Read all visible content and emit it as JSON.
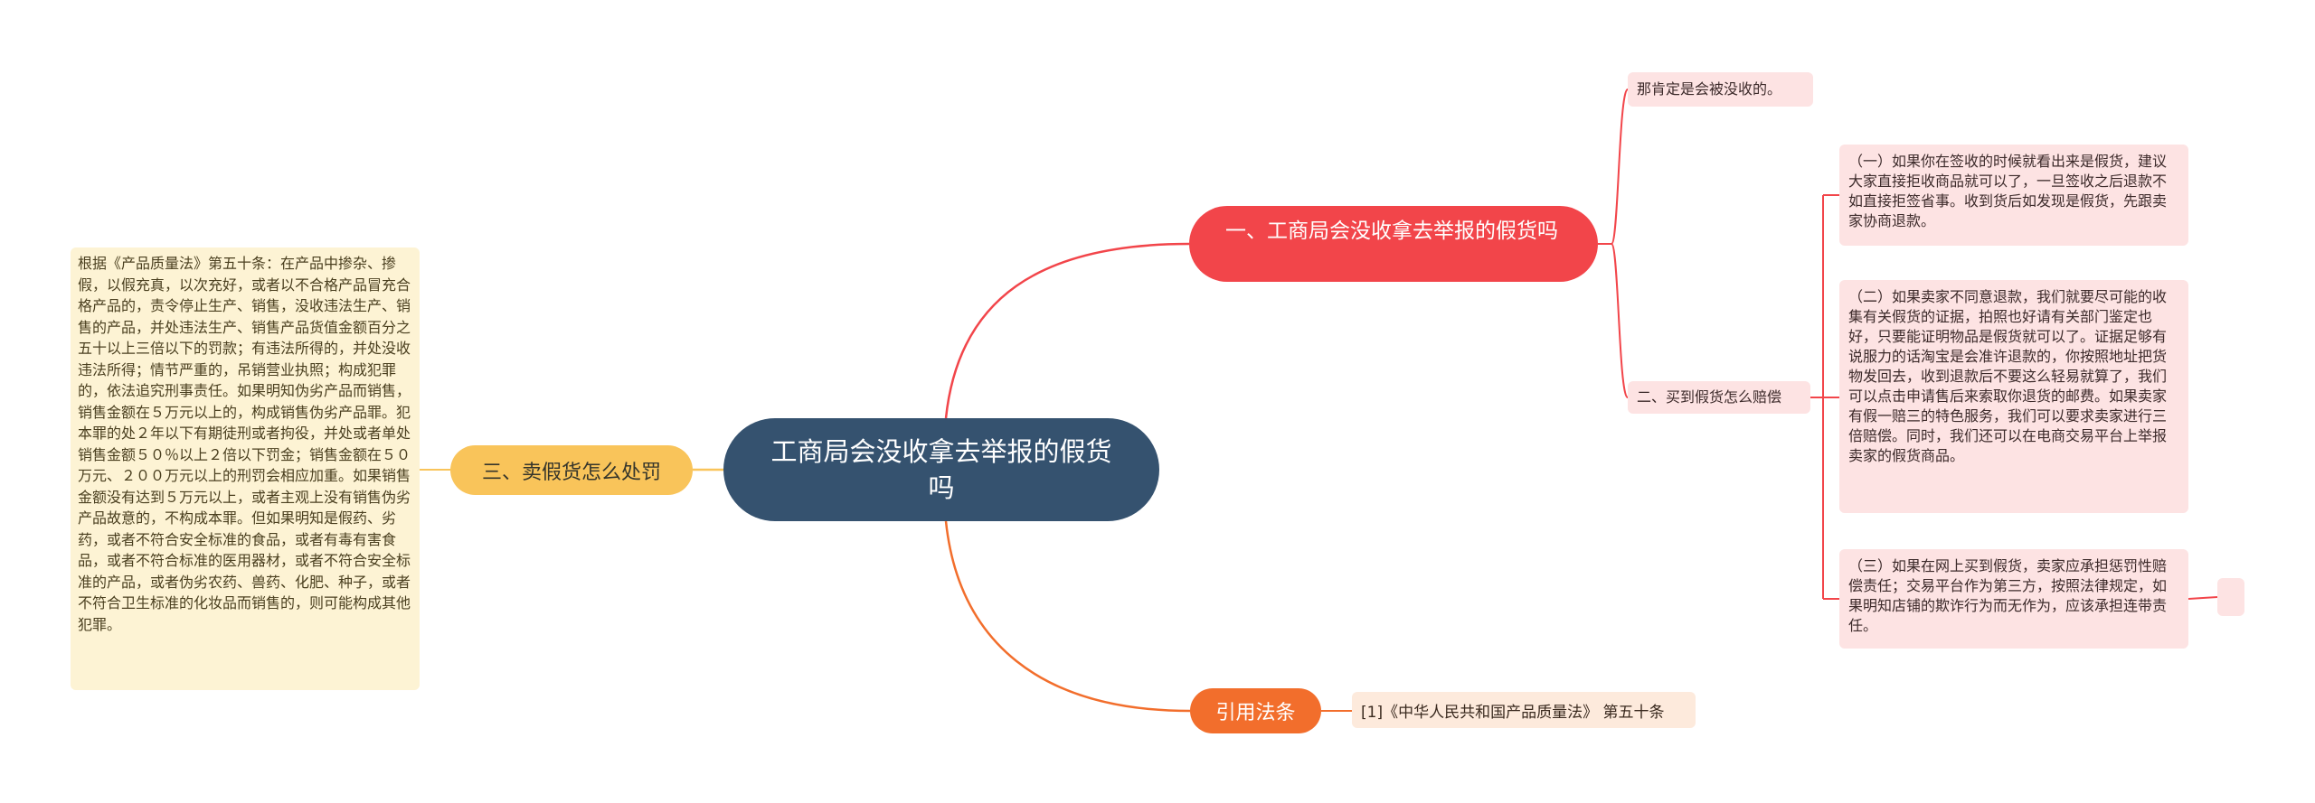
{
  "root": {
    "title": "工商局会没收拿去举报的假货吗"
  },
  "branch1": {
    "title": "一、工商局会没收拿去举报的假货吗",
    "leaf": "那肯定是会被没收的。",
    "sub": {
      "title": "二、买到假货怎么赔偿",
      "details": [
        "（一）如果你在签收的时候就看出来是假货，建议大家直接拒收商品就可以了，一旦签收之后退款不如直接拒签省事。收到货后如发现是假货，先跟卖家协商退款。",
        "（二）如果卖家不同意退款，我们就要尽可能的收集有关假货的证据，拍照也好请有关部门鉴定也好，只要能证明物品是假货就可以了。证据足够有说服力的话淘宝是会准许退款的，你按照地址把货物发回去，收到退款后不要这么轻易就算了，我们可以点击申请售后来索取你退货的邮费。如果卖家有假一赔三的特色服务，我们可以要求卖家进行三倍赔偿。同时，我们还可以在电商交易平台上举报卖家的假货商品。",
        "（三）如果在网上买到假货，卖家应承担惩罚性赔偿责任；交易平台作为第三方，按照法律规定，如果明知店铺的欺诈行为而无作为，应该承担连带责任。"
      ]
    }
  },
  "branch3": {
    "title": "三、卖假货怎么处罚",
    "detail": "根据《产品质量法》第五十条：在产品中掺杂、掺假，以假充真，以次充好，或者以不合格产品冒充合格产品的，责令停止生产、销售，没收违法生产、销售的产品，并处违法生产、销售产品货值金额百分之五十以上三倍以下的罚款；有违法所得的，并处没收违法所得；情节严重的，吊销营业执照；构成犯罪的，依法追究刑事责任。如果明知伪劣产品而销售，销售金额在５万元以上的，构成销售伪劣产品罪。犯本罪的处２年以下有期徒刑或者拘役，并处或者单处销售金额５０％以上２倍以下罚金；销售金额在５０万元、２００万元以上的刑罚会相应加重。如果销售金额没有达到５万元以上，或者主观上没有销售伪劣产品故意的，不构成本罪。但如果明知是假药、劣药，或者不符合安全标准的食品，或者有毒有害食品，或者不符合标准的医用器材，或者不符合安全标准的产品，或者伪劣农药、兽药、化肥、种子，或者不符合卫生标准的化妆品而销售的，则可能构成其他犯罪。"
  },
  "branch4": {
    "title": "引用法条",
    "ref": "[1]《中华人民共和国产品质量法》 第五十条"
  },
  "colors": {
    "root": "#35526f",
    "red": "#f2454a",
    "yellow": "#f9c45a",
    "orange": "#f26e2c"
  }
}
